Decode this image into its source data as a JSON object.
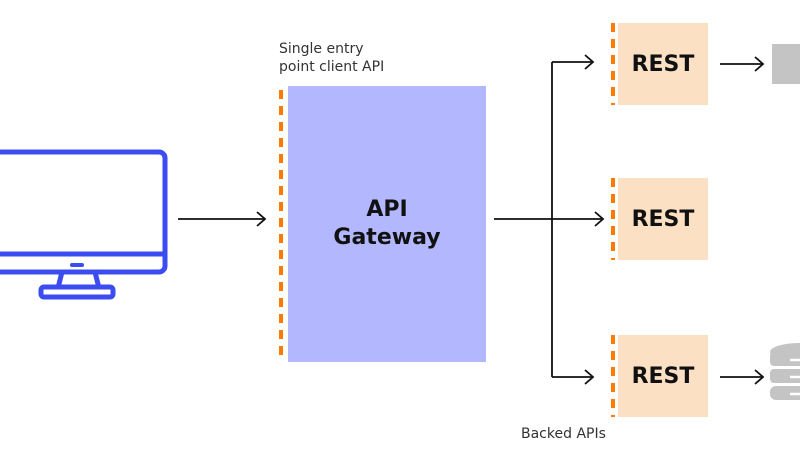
{
  "client": {
    "icon": "desktop-monitor-icon"
  },
  "gateway": {
    "title_line1": "API",
    "title_line2": "Gateway",
    "annotation_line1": "Single entry",
    "annotation_line2": "point client API"
  },
  "backends": [
    {
      "label": "REST",
      "target": "grey-box"
    },
    {
      "label": "REST",
      "target": "none"
    },
    {
      "label": "REST",
      "target": "database-icon"
    }
  ],
  "backends_annotation": "Backed APIs",
  "colors": {
    "monitor": "#3b4cf0",
    "gateway_fill": "#b3b8fe",
    "rest_fill": "#fbe0c3",
    "interface_dash": "#ff7a00",
    "target_grey": "#c4c4c4"
  }
}
